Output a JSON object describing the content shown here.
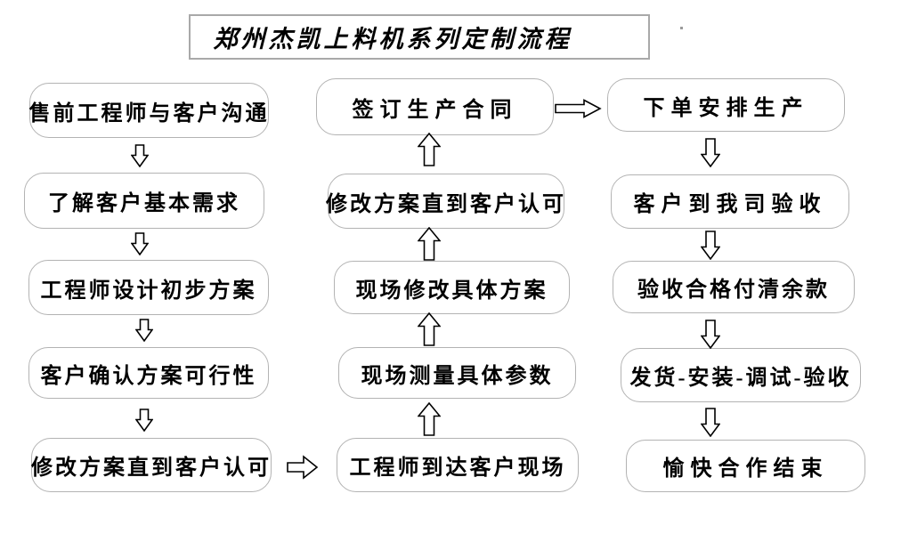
{
  "title": "郑州杰凯上料机系列定制流程",
  "flow": {
    "left": [
      "售前工程师与客户沟通",
      "了解客户基本需求",
      "工程师设计初步方案",
      "客户确认方案可行性",
      "修改方案直到客户认可"
    ],
    "middle": [
      "签订生产合同",
      "修改方案直到客户认可",
      "现场修改具体方案",
      "现场测量具体参数",
      "工程师到达客户现场"
    ],
    "right": [
      "下单安排生产",
      "客户到我司验收",
      "验收合格付清余款",
      "发货-安装-调试-验收",
      "愉快合作结束"
    ]
  },
  "arrows": {
    "left_column_direction": "down",
    "middle_column_direction": "up",
    "right_column_direction": "down",
    "left_bottom_to_middle_bottom": "right",
    "middle_top_to_right_top": "right"
  },
  "colors": {
    "background": "#ffffff",
    "box_border": "#b3b3b3",
    "title_border": "#a9a9a9",
    "arrow_outline": "#000000",
    "text": "#000000",
    "artifact_dot": "#9b9b9b"
  }
}
